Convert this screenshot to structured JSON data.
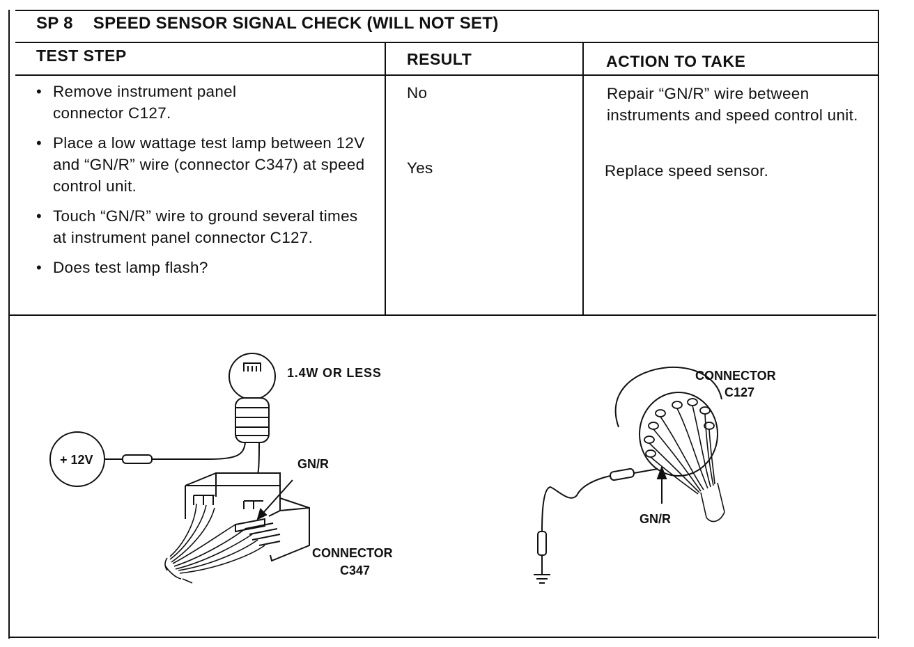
{
  "title": {
    "code": "SP  8",
    "text": "SPEED SENSOR SIGNAL CHECK (WILL NOT SET)"
  },
  "columns": {
    "test_step": "TEST STEP",
    "result": "RESULT",
    "action": "ACTION TO TAKE"
  },
  "steps": [
    "Remove instrument panel connector C127.",
    "Place a low wattage test lamp between 12V and “GN/R” wire (connector C347) at speed control unit.",
    "Touch “GN/R” wire to ground several times at instrument panel connector C127.",
    "Does test lamp flash?"
  ],
  "results": [
    {
      "result": "No",
      "action": "Repair “GN/R” wire between instruments and speed control unit."
    },
    {
      "result": "Yes",
      "action": "Replace speed sensor."
    }
  ],
  "diagram_left": {
    "lamp_label": "1.4W OR LESS",
    "voltage_label": "+ 12V",
    "wire_label": "GN/R",
    "connector_label_1": "CONNECTOR",
    "connector_label_2": "C347"
  },
  "diagram_right": {
    "connector_label_1": "CONNECTOR",
    "connector_label_2": "C127",
    "wire_label": "GN/R"
  }
}
